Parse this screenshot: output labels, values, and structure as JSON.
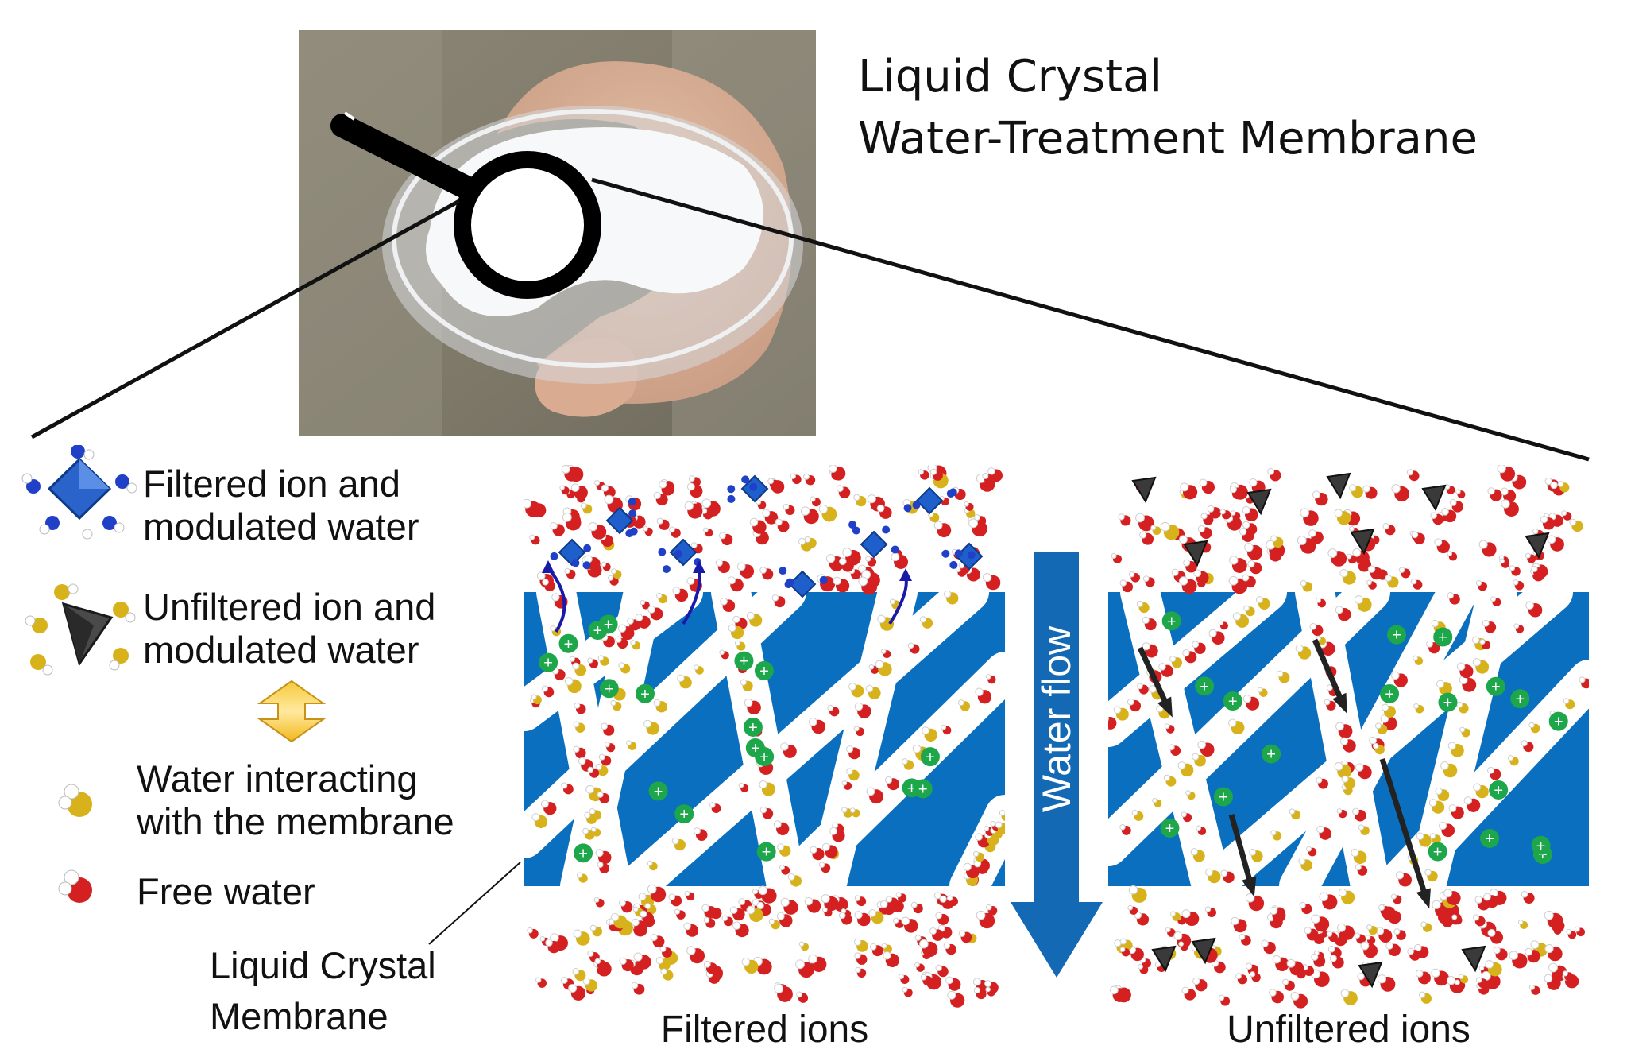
{
  "title": {
    "line1": "Liquid Crystal",
    "line2": "Water-Treatment Membrane"
  },
  "legend": {
    "filtered": {
      "line1": "Filtered ion and",
      "line2": "modulated water"
    },
    "unfiltered": {
      "line1": "Unfiltered ion and",
      "line2": "modulated water"
    },
    "interacting": {
      "line1": "Water interacting",
      "line2": "with the membrane"
    },
    "free": {
      "line1": "Free water"
    }
  },
  "membrane_label": {
    "line1": "Liquid Crystal",
    "line2": "Membrane"
  },
  "panels": {
    "left_caption": "Filtered ions",
    "right_caption": "Unfiltered ions",
    "flow_label": "Water flow"
  },
  "colors": {
    "membrane_blue": "#0a6fbf",
    "free_water": "#d42020",
    "interacting_water": "#d8b21a",
    "filtered_ion": "#1f5fcc",
    "unfiltered_ion": "#3a3a3a",
    "flow_arrow": "#1469b5",
    "exchange_arrow": "#f2b81c",
    "charge_site": "#1ea64a"
  }
}
